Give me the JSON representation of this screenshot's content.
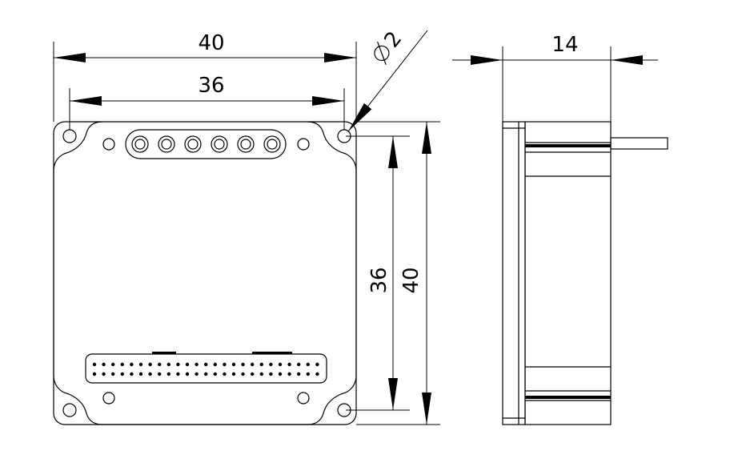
{
  "dimensions": {
    "top_width": "40",
    "inner_width": "36",
    "hole_diameter": "2",
    "vertical_inner": "36",
    "vertical_outer": "40",
    "side_thickness": "14"
  },
  "colors": {
    "line": "#000000",
    "background": "#ffffff"
  }
}
